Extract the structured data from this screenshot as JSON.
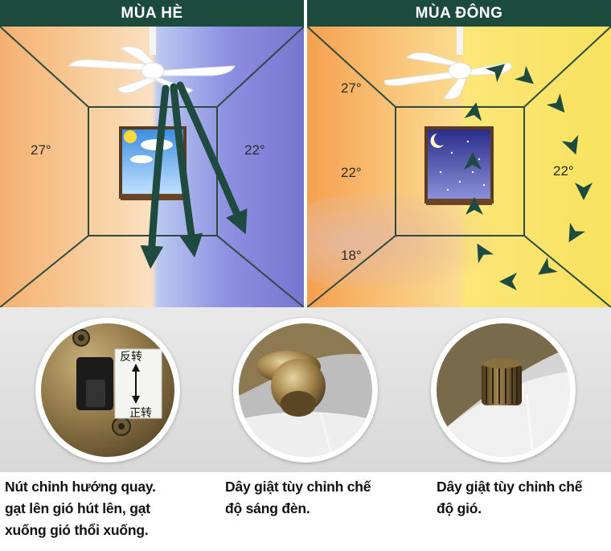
{
  "summer": {
    "title": "MÙA HÈ",
    "temp_left": "27°",
    "temp_right": "22°"
  },
  "winter": {
    "title": "MÙA ĐÔNG",
    "temp_top": "27°",
    "temp_mid": "22°",
    "temp_bottom": "18°",
    "temp_right": "22°"
  },
  "switch_labels": {
    "reverse": "反转",
    "forward": "正转"
  },
  "captions": [
    {
      "lines": [
        "Nút chỉnh hướng quay.",
        "gạt lên gió hút lên, gạt",
        "xuống gió thổi xuống."
      ]
    },
    {
      "lines": [
        "Dây giật tùy chỉnh chế",
        "độ sáng đèn."
      ]
    },
    {
      "lines": [
        "Dây giật tùy chỉnh chế",
        "độ gió."
      ]
    }
  ],
  "colors": {
    "header": "#1c4a3d",
    "arrow": "#1f4a40",
    "summer_warm": "#f6c892",
    "summer_cool": "#7f7fd0",
    "winter_warm": "#f7ad60",
    "winter_yellow": "#f9e676"
  }
}
